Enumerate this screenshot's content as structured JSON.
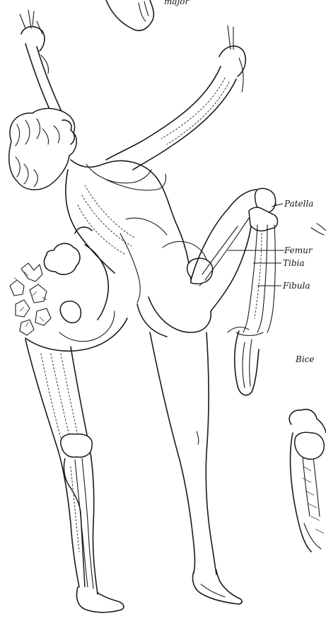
{
  "labels": {
    "top_partial": "major",
    "patella": "Patella",
    "femur": "Femur",
    "tibia": "Tibia",
    "fibula": "Fibula",
    "biceps_partial": "Bice"
  },
  "colors": {
    "ink": "#1a1a1a",
    "paper": "#ffffff"
  }
}
